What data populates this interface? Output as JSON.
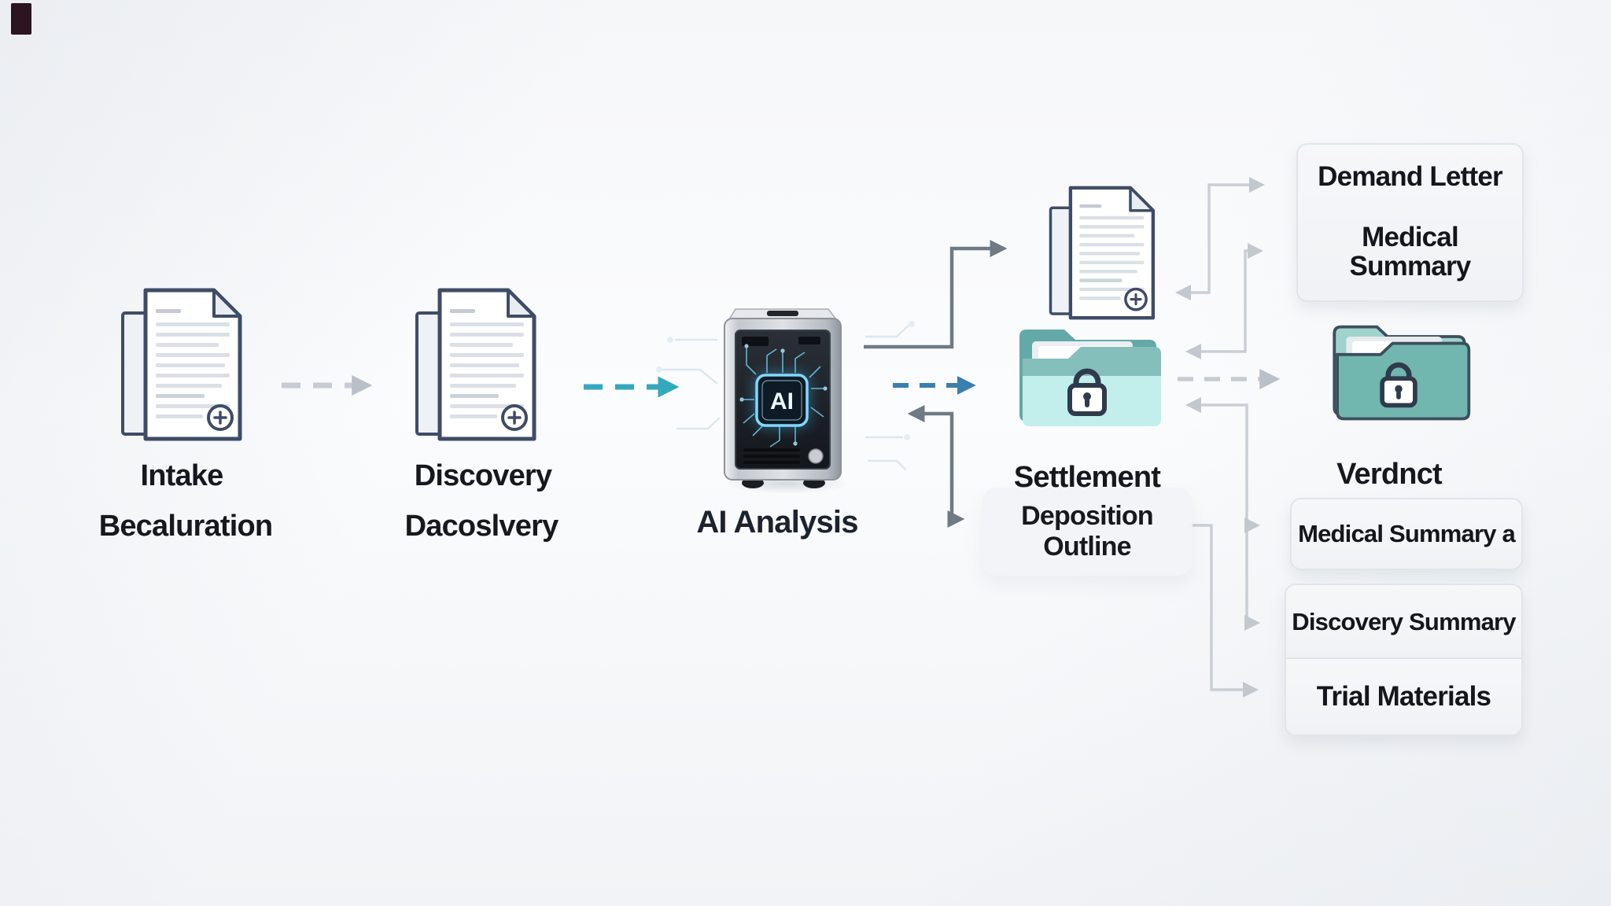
{
  "stages": {
    "intake": {
      "title": "Intake",
      "subtitle": "Becaluration"
    },
    "discovery": {
      "title": "Discovery",
      "subtitle": "Dacoslvery"
    },
    "ai": {
      "title": "AI Analysis",
      "chip_label": "AI"
    },
    "settlement": {
      "title": "Settlement"
    },
    "verdict": {
      "title": "Verdnct"
    }
  },
  "documents": {
    "deposition_outline": "Deposition Outline",
    "demand_letter": "Demand Letter",
    "medical_summary": "Medical Summary",
    "medical_summary_a": "Medical Summary a",
    "discovery_summary": "Discovery Summary",
    "trial_materials": "Trial Materials"
  },
  "colors": {
    "teal_arrow": "#35a8bd",
    "blue_arrow": "#3b7fad",
    "slate_arrow": "#6f7a85",
    "light_arrow": "#c6ccd2",
    "folder_mint": "#c2efeb",
    "folder_mint_stripe": "#84bfbc",
    "folder_teal": "#72b7af",
    "document_outline": "#3f4c66",
    "chip_glow": "#5fc8f5",
    "text": "#16181d"
  }
}
